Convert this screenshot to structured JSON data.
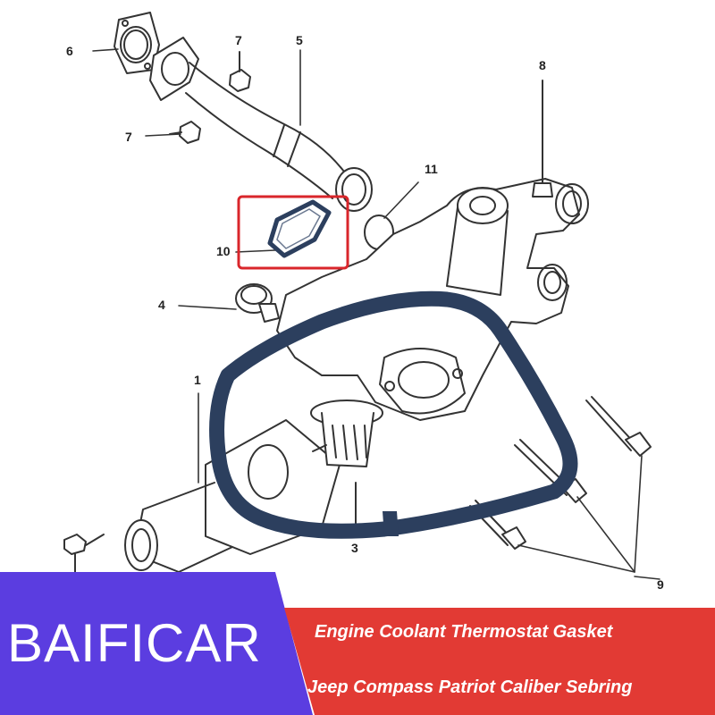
{
  "callouts": {
    "c1": "1",
    "c3": "3",
    "c4": "4",
    "c5": "5",
    "c6": "6",
    "c7a": "7",
    "c7b": "7",
    "c8": "8",
    "c9": "9",
    "c10": "10",
    "c11": "11"
  },
  "banner": {
    "brand": "BAIFICAR",
    "product_title": "Engine Coolant Thermostat Gasket",
    "vehicle_models": "Jeep Compass Patriot Caliber Sebring"
  },
  "colors": {
    "brand_panel": "#5b3de0",
    "title_panel": "#e23a34",
    "gasket": "#2c3f5e",
    "highlight_box": "#d9262b",
    "line_art": "#333333"
  }
}
